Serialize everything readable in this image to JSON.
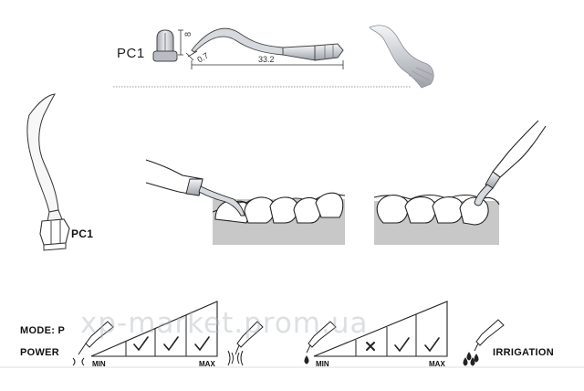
{
  "product": {
    "model_top": "PC1",
    "model_side": "PC1",
    "dims": {
      "height": "8",
      "thickness": "0.7",
      "length": "33.2"
    }
  },
  "settings": {
    "mode_label": "MODE: P",
    "power_label": "POWER",
    "irrigation_label": "IRRIGATION",
    "power_scale": {
      "min": "MIN",
      "max": "MAX",
      "levels": [
        "check",
        "check",
        "check"
      ]
    },
    "irrigation_scale": {
      "min": "MIN",
      "max": "MAX",
      "levels": [
        "cross",
        "check",
        "check"
      ]
    }
  },
  "watermark": "xp-market.prom.ua",
  "colors": {
    "gum": "#c8c8c8",
    "tooth_outline": "#222222",
    "tip_metal": "#d7dade",
    "line": "#333333"
  }
}
